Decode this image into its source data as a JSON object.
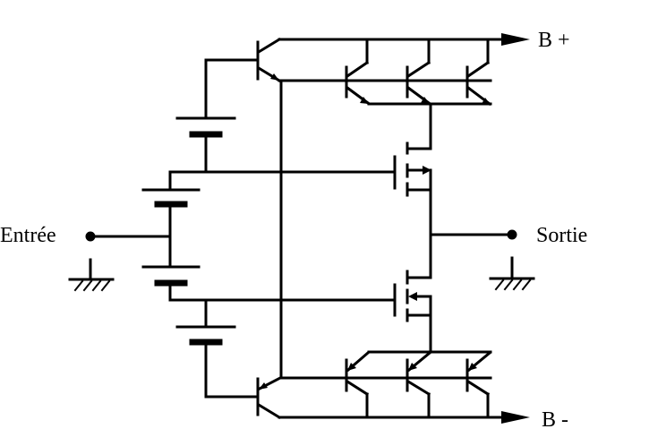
{
  "labels": {
    "input": "Entrée",
    "output": "Sortie",
    "supply_positive": "B +",
    "supply_negative": "B -"
  },
  "colors": {
    "ink": "#000000",
    "background": "#ffffff"
  }
}
